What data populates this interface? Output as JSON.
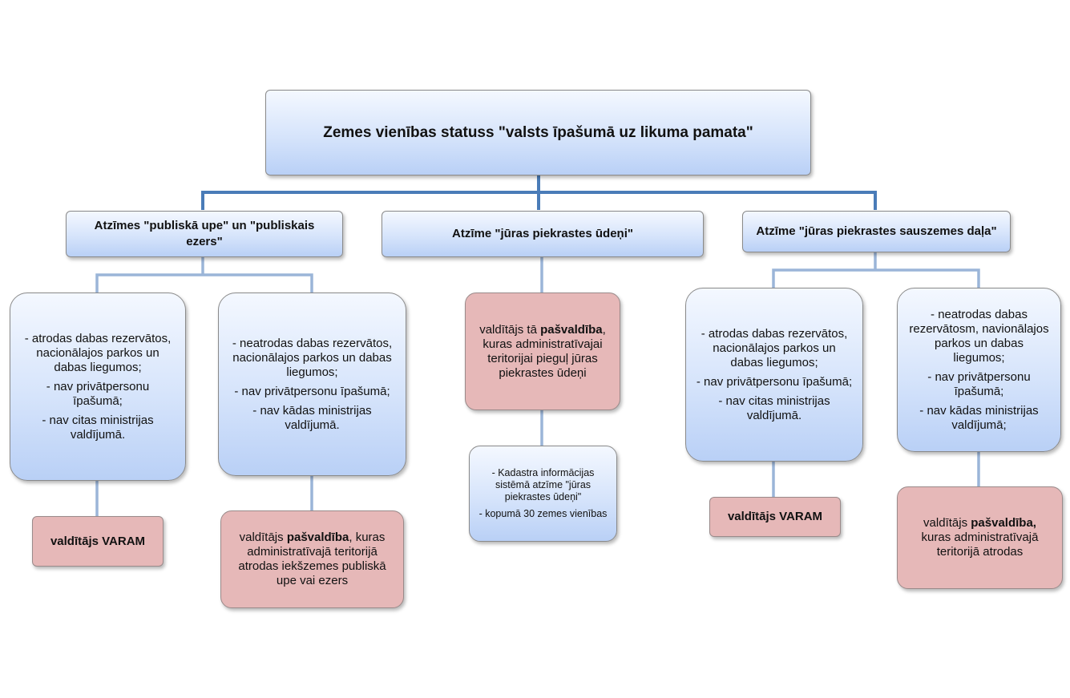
{
  "diagram": {
    "root": {
      "text": "Zemes vienības statuss  \"valsts īpašumā uz likuma pamata\""
    },
    "categories": [
      {
        "text": "Atzīmes \"publiskā upe\" un \"publiskais ezers\""
      },
      {
        "text": "Atzīme \"jūras piekrastes ūdeņi\""
      },
      {
        "text": "Atzīme \"jūras piekrastes sauszemes daļa\""
      }
    ],
    "publiska_upe": {
      "left": {
        "lines": [
          "- atrodas dabas rezervātos, nacionālajos parkos un dabas liegumos;",
          "- nav privātpersonu īpašumā;",
          "- nav citas ministrijas valdījumā."
        ],
        "owner": {
          "text": "valdītājs VARAM"
        }
      },
      "right": {
        "lines": [
          "- neatrodas dabas rezervātos, nacionālajos parkos un dabas liegumos;",
          "- nav privātpersonu īpašumā;",
          "- nav kādas ministrijas valdījumā."
        ],
        "owner": {
          "prefix": "valdītājs ",
          "bold": "pašvaldība",
          "suffix": ", kuras administratīvajā teritorijā atrodas iekšzemes publiskā upe vai ezers"
        }
      }
    },
    "juras_udeni": {
      "owner": {
        "prefix": "valdītājs tā ",
        "bold": "pašvaldība",
        "suffix": ", kuras administratīvajai teritorijai  pieguļ jūras piekrastes ūdeņi"
      },
      "note": {
        "lines": [
          "- Kadastra informācijas sistēmā atzīme \"jūras piekrastes ūdeņi\"",
          "- kopumā 30 zemes vienības"
        ]
      }
    },
    "sauszemes_dala": {
      "left": {
        "lines": [
          "- atrodas dabas rezervātos, nacionālajos parkos un dabas liegumos;",
          "- nav privātpersonu īpašumā;",
          "- nav citas ministrijas valdījumā."
        ],
        "owner": {
          "text": "valdītājs VARAM"
        }
      },
      "right": {
        "lines": [
          "- neatrodas dabas rezervātosm, navionālajos parkos un dabas liegumos;",
          "- nav privātpersonu īpašumā;",
          "- nav kādas ministrijas valdījumā;"
        ],
        "owner": {
          "prefix": "valdītājs ",
          "bold": "pašvaldība,",
          "suffix": " kuras administratīvajā teritorijā atrodas"
        }
      }
    },
    "colors": {
      "box_blue_top": "#f4f8ff",
      "box_blue_bottom": "#b9d0f6",
      "box_pink": "#e6b8b8",
      "connector_main": "#4a7cb8",
      "connector_light": "#9bb5d8"
    }
  }
}
